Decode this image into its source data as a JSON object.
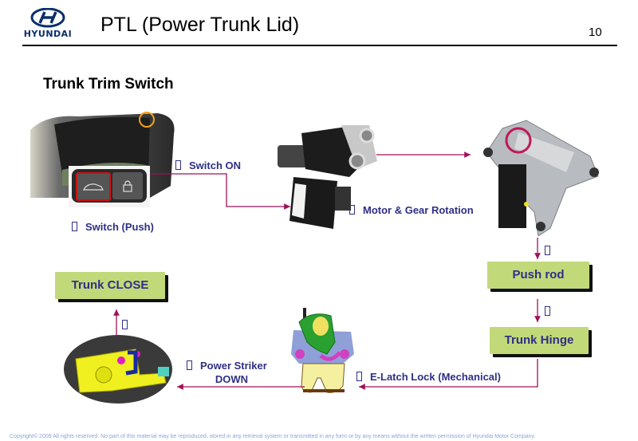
{
  "header": {
    "brand": "HYUNDAI",
    "title": "PTL (Power Trunk Lid)",
    "page_number": "10"
  },
  "section_title": "Trunk Trim Switch",
  "steps": {
    "switch_push": "Switch (Push)",
    "switch_on": "Switch ON",
    "motor_gear": "Motor & Gear Rotation",
    "push_rod": "Push rod",
    "trunk_hinge": "Trunk Hinge",
    "elatch": "E-Latch Lock (Mechanical)",
    "power_striker_line1": "Power Striker",
    "power_striker_line2": "DOWN",
    "trunk_close": "Trunk CLOSE"
  },
  "images": {
    "trunk_switch": "trunk-trim-switch-photo",
    "motor": "ptl-motor-assembly-photo",
    "hinge": "trunk-hinge-assembly-photo",
    "elatch": "e-latch-illustration",
    "striker": "power-striker-illustration"
  },
  "colors": {
    "arrow": "#a0105a",
    "label": "#2f2f86",
    "box_fill": "#c2d97a",
    "highlight_orange": "#f0a020",
    "highlight_magenta": "#c0185a"
  },
  "footer": {
    "copyright": "Copyright© 2009 All rights reserved. No part of this material may be reproduced, stored in any retrieval system or transmitted in any form or by any means without the written permission of Hyundai Motor Company."
  }
}
